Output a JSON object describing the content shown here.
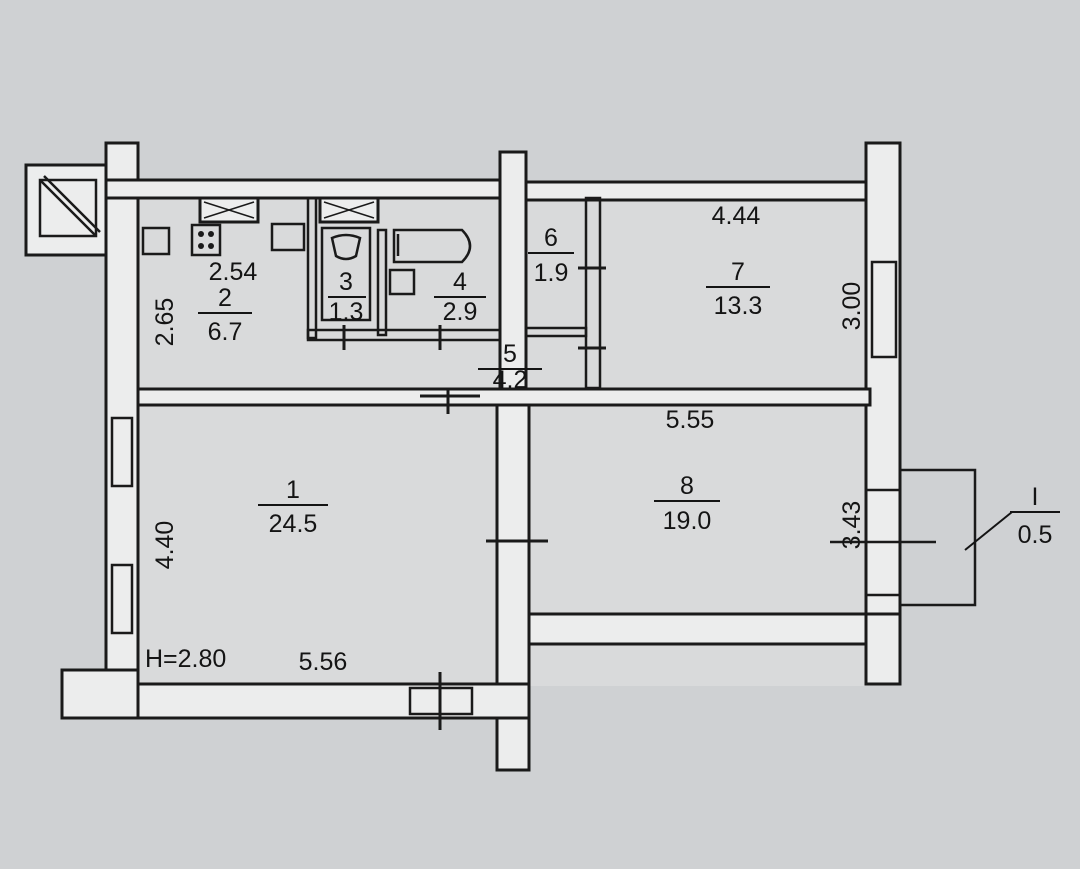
{
  "plan": {
    "ceiling_height": "H=2.80",
    "rooms": [
      {
        "id": "room-1",
        "number": "1",
        "area": "24.5"
      },
      {
        "id": "room-2",
        "number": "2",
        "area": "6.7"
      },
      {
        "id": "room-3",
        "number": "3",
        "area": "1.3"
      },
      {
        "id": "room-4",
        "number": "4",
        "area": "2.9"
      },
      {
        "id": "room-5",
        "number": "5",
        "area": "4.2"
      },
      {
        "id": "room-6",
        "number": "6",
        "area": "1.9"
      },
      {
        "id": "room-7",
        "number": "7",
        "area": "13.3"
      },
      {
        "id": "room-8",
        "number": "8",
        "area": "19.0"
      },
      {
        "id": "balcony",
        "number": "I",
        "area": "0.5"
      }
    ],
    "dimensions": {
      "room1_width": "5.56",
      "room1_depth": "4.40",
      "room2_width": "2.54",
      "room2_depth": "2.65",
      "room7_width": "4.44",
      "room7_depth": "3.00",
      "room8_width": "5.55",
      "room8_depth": "3.43"
    }
  }
}
